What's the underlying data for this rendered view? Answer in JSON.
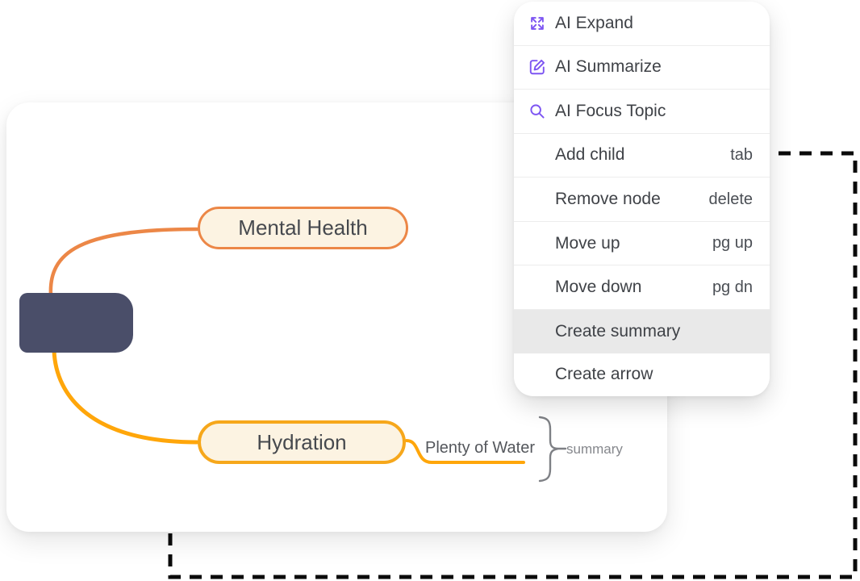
{
  "context_menu": {
    "items": [
      {
        "label": "AI Expand",
        "shortcut": "",
        "icon": "ai-expand-icon",
        "highlighted": false
      },
      {
        "label": "AI Summarize",
        "shortcut": "",
        "icon": "ai-summarize-icon",
        "highlighted": false
      },
      {
        "label": "AI Focus Topic",
        "shortcut": "",
        "icon": "ai-focus-icon",
        "highlighted": false
      },
      {
        "label": "Add child",
        "shortcut": "tab",
        "icon": "",
        "highlighted": false
      },
      {
        "label": "Remove node",
        "shortcut": "delete",
        "icon": "",
        "highlighted": false
      },
      {
        "label": "Move up",
        "shortcut": "pg up",
        "icon": "",
        "highlighted": false
      },
      {
        "label": "Move down",
        "shortcut": "pg dn",
        "icon": "",
        "highlighted": false
      },
      {
        "label": "Create summary",
        "shortcut": "",
        "icon": "",
        "highlighted": true
      },
      {
        "label": "Create arrow",
        "shortcut": "",
        "icon": "",
        "highlighted": false
      }
    ]
  },
  "mindmap": {
    "root": {
      "label": "",
      "fill": "#4A4E69"
    },
    "branches": [
      {
        "label": "Mental Health",
        "border_color": "#EC8747",
        "fill": "#FCF3E2"
      },
      {
        "label": "Hydration",
        "border_color": "#F6A71B",
        "fill": "#FCF3E2"
      }
    ],
    "subtopic": {
      "label": "Plenty of Water",
      "underline_color": "#FFA60A"
    },
    "summary": {
      "label": "summary",
      "brace_color": "#7E8085"
    }
  },
  "colors": {
    "accent_purple": "#7D55F2",
    "menu_text": "#3F4247",
    "shortcut_text": "#4A4E54",
    "highlight_bg": "#E9E9E9",
    "dash_border": "#0A0A0A",
    "canvas_bg": "#FFFFFF"
  }
}
